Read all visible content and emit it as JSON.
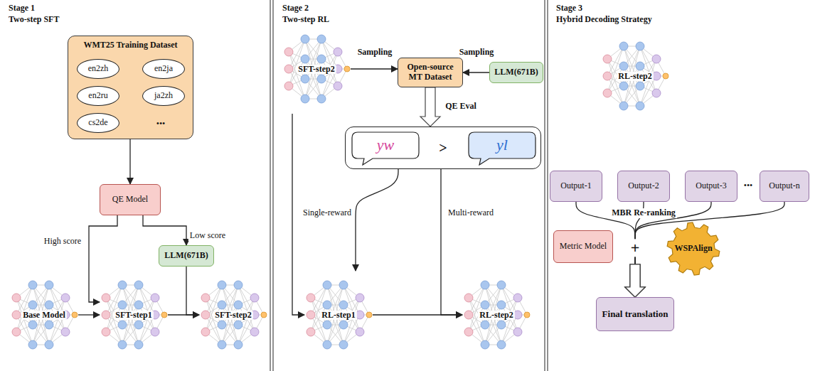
{
  "diagram": {
    "nodes": [
      {
        "text": [
          "WMT25 Training Dataset"
        ]
      },
      {
        "text": [
          "en2zh"
        ],
        "in": 0
      },
      {
        "text": [
          "en2ja"
        ],
        "in": 0
      },
      {
        "text": [
          "en2ru"
        ],
        "in": 0
      },
      {
        "text": [
          "ja2zh"
        ],
        "in": 0
      },
      {
        "text": [
          "cs2de"
        ],
        "in": 0
      },
      {
        "text": [
          "QE Model"
        ]
      },
      {
        "text": [
          "LLM(671B)"
        ]
      },
      {
        "text": [
          "Base Model"
        ]
      },
      {
        "text": [
          "SFT-step1"
        ]
      },
      {
        "text": [
          "SFT-step2"
        ]
      },
      {
        "text": [
          "SFT-step2"
        ]
      },
      {
        "text": [
          "Open-source MT Dataset"
        ]
      },
      {
        "text": [
          "LLM(671B)"
        ]
      },
      {
        "text": [
          ">"
        ]
      },
      {
        "text": [
          "yw"
        ],
        "in": 14
      },
      {
        "text": [
          "yl"
        ],
        "in": 14
      },
      {
        "text": [
          "RL-step1"
        ]
      },
      {
        "text": [
          "RL-step2"
        ]
      },
      {
        "text": [
          "RL-step2"
        ]
      },
      {
        "text": [
          "Output-1"
        ]
      },
      {
        "text": [
          "Output-2"
        ]
      },
      {
        "text": [
          "Output-3"
        ]
      },
      {
        "text": [
          "Output-n"
        ]
      },
      {
        "text": [
          "Metric Model"
        ]
      },
      {
        "text": [
          "WSPAlign"
        ]
      },
      {
        "text": [
          "Final translation"
        ]
      }
    ],
    "edges": [
      {
        "from": 0,
        "to": 6,
        "arrow": "to"
      },
      {
        "from": 6,
        "to": 9,
        "label": "High score",
        "arrow": "to"
      },
      {
        "from": 6,
        "to": 7,
        "label": "Low score",
        "arrow": "to"
      },
      {
        "from": 8,
        "to": 9,
        "arrow": "to"
      },
      {
        "from": 9,
        "to": 10,
        "arrow": "to"
      },
      {
        "from": 7,
        "to": 10,
        "arrow": "to"
      },
      {
        "from": 11,
        "to": 12,
        "label": "Sampling",
        "arrow": "to"
      },
      {
        "from": 13,
        "to": 12,
        "label": "Sampling",
        "arrow": "to"
      },
      {
        "from": 12,
        "to": 14,
        "label": "QE Eval",
        "arrow": "to"
      },
      {
        "from": 11,
        "to": 17,
        "arrow": "to"
      },
      {
        "from": 14,
        "to": 17,
        "label": "Single-reward",
        "arrow": "to"
      },
      {
        "from": 14,
        "to": 18,
        "label": "Multi-reward",
        "arrow": "to"
      },
      {
        "from": 17,
        "to": 18,
        "arrow": "to"
      },
      {
        "from": 20,
        "to": 26,
        "arrow": "to"
      },
      {
        "from": 21,
        "to": 26,
        "arrow": "to"
      },
      {
        "from": 22,
        "to": 26,
        "arrow": "to"
      },
      {
        "from": 23,
        "to": 26,
        "arrow": "to"
      }
    ],
    "labels": [
      "Stage 1",
      "Two-step SFT",
      "•••",
      "Stage 2",
      "Two-step RL",
      "Stage 3",
      "Hybrid Decoding Strategy",
      "•••",
      "MBR Re-ranking",
      "+"
    ]
  }
}
